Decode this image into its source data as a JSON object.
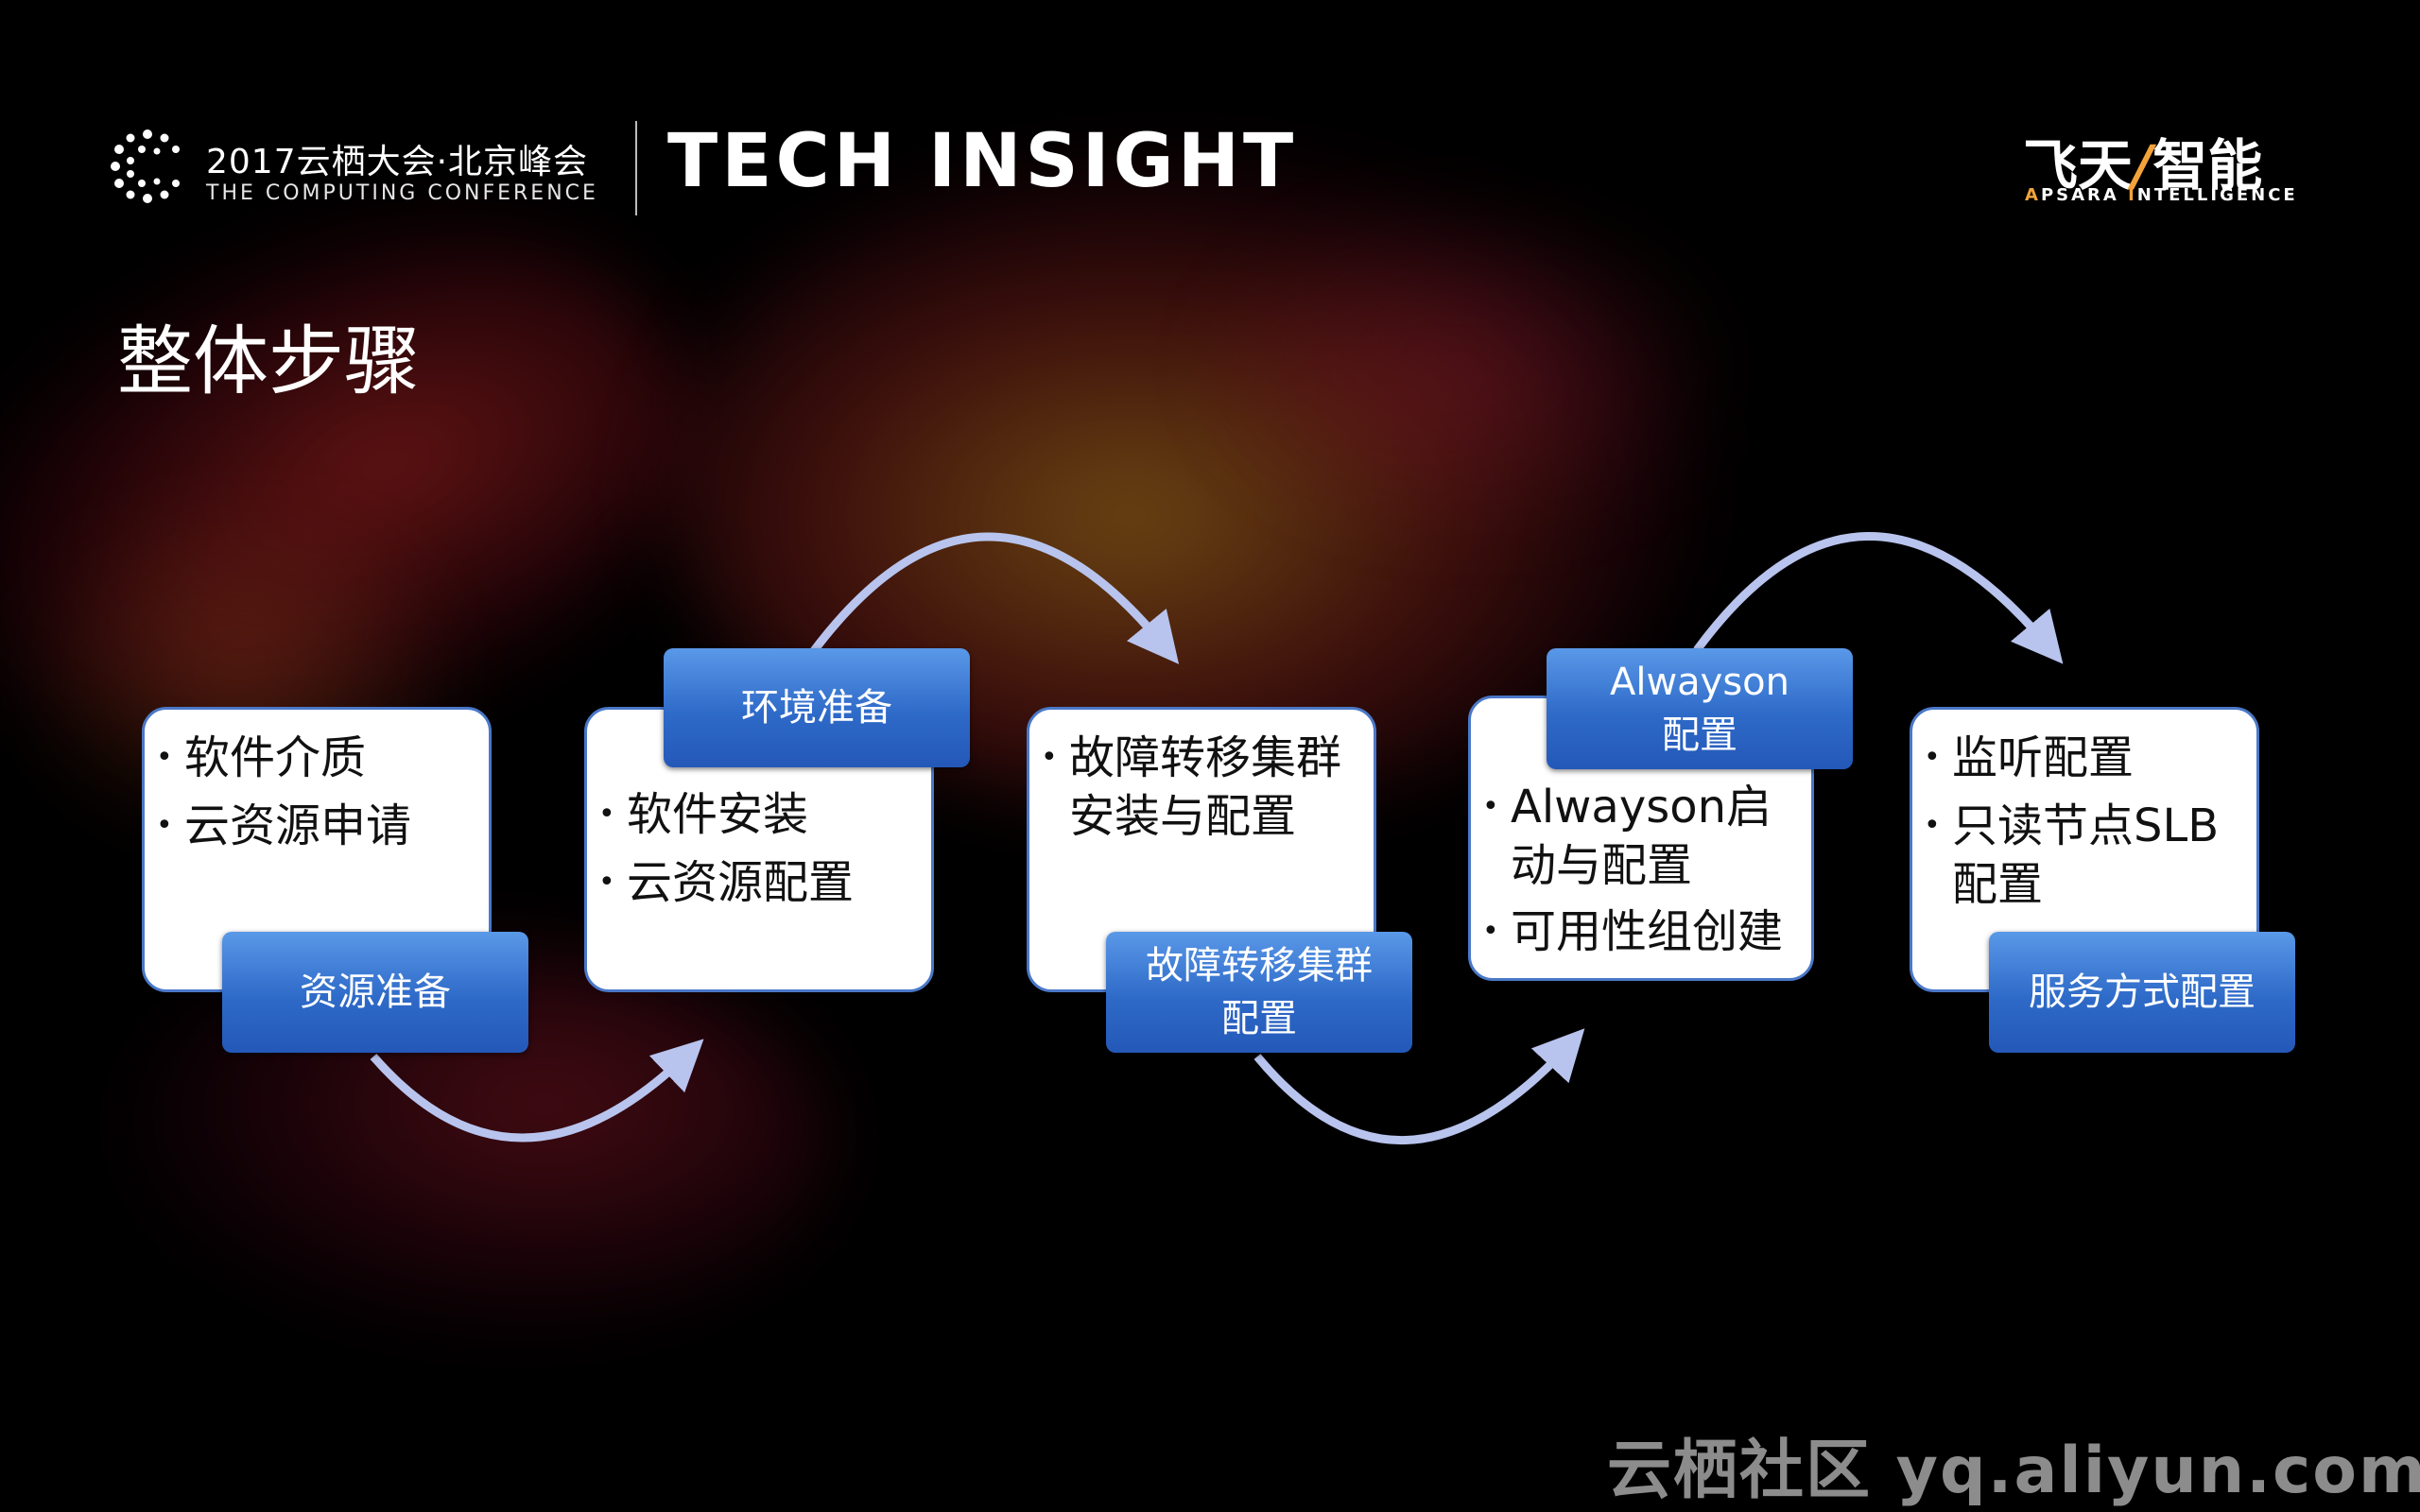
{
  "header": {
    "conference_cn": "2017云栖大会·北京峰会",
    "conference_en": "THE COMPUTING CONFERENCE",
    "brand": "TECH INSIGHT",
    "apsara_cn_left": "飞天",
    "apsara_cn_sep": "/",
    "apsara_cn_right": "智能",
    "apsara_en_a": "A",
    "apsara_en_1": "PSARA ",
    "apsara_en_i": "I",
    "apsara_en_2": "NTELLIGENCE"
  },
  "title": "整体步骤",
  "steps": [
    {
      "items": [
        "软件介质",
        "云资源申请"
      ],
      "tag": [
        "资源准备"
      ]
    },
    {
      "items": [
        "软件安装",
        "云资源配置"
      ],
      "tag": [
        "环境准备"
      ]
    },
    {
      "items": [
        "故障转移集群安装与配置"
      ],
      "tag": [
        "故障转移集群",
        "配置"
      ]
    },
    {
      "items": [
        "Alwayson启动与配置",
        "可用性组创建"
      ],
      "tag": [
        "Alwayson",
        "配置"
      ]
    },
    {
      "items": [
        "监听配置",
        "只读节点SLB配置"
      ],
      "tag": [
        "服务方式配置"
      ]
    }
  ],
  "colors": {
    "tag": "#2e6ac8",
    "arrow": "#b8c4ee",
    "box_border": "#4a78c8",
    "accent": "#f2a33a"
  },
  "watermark": "云栖社区 yq.aliyun.com"
}
